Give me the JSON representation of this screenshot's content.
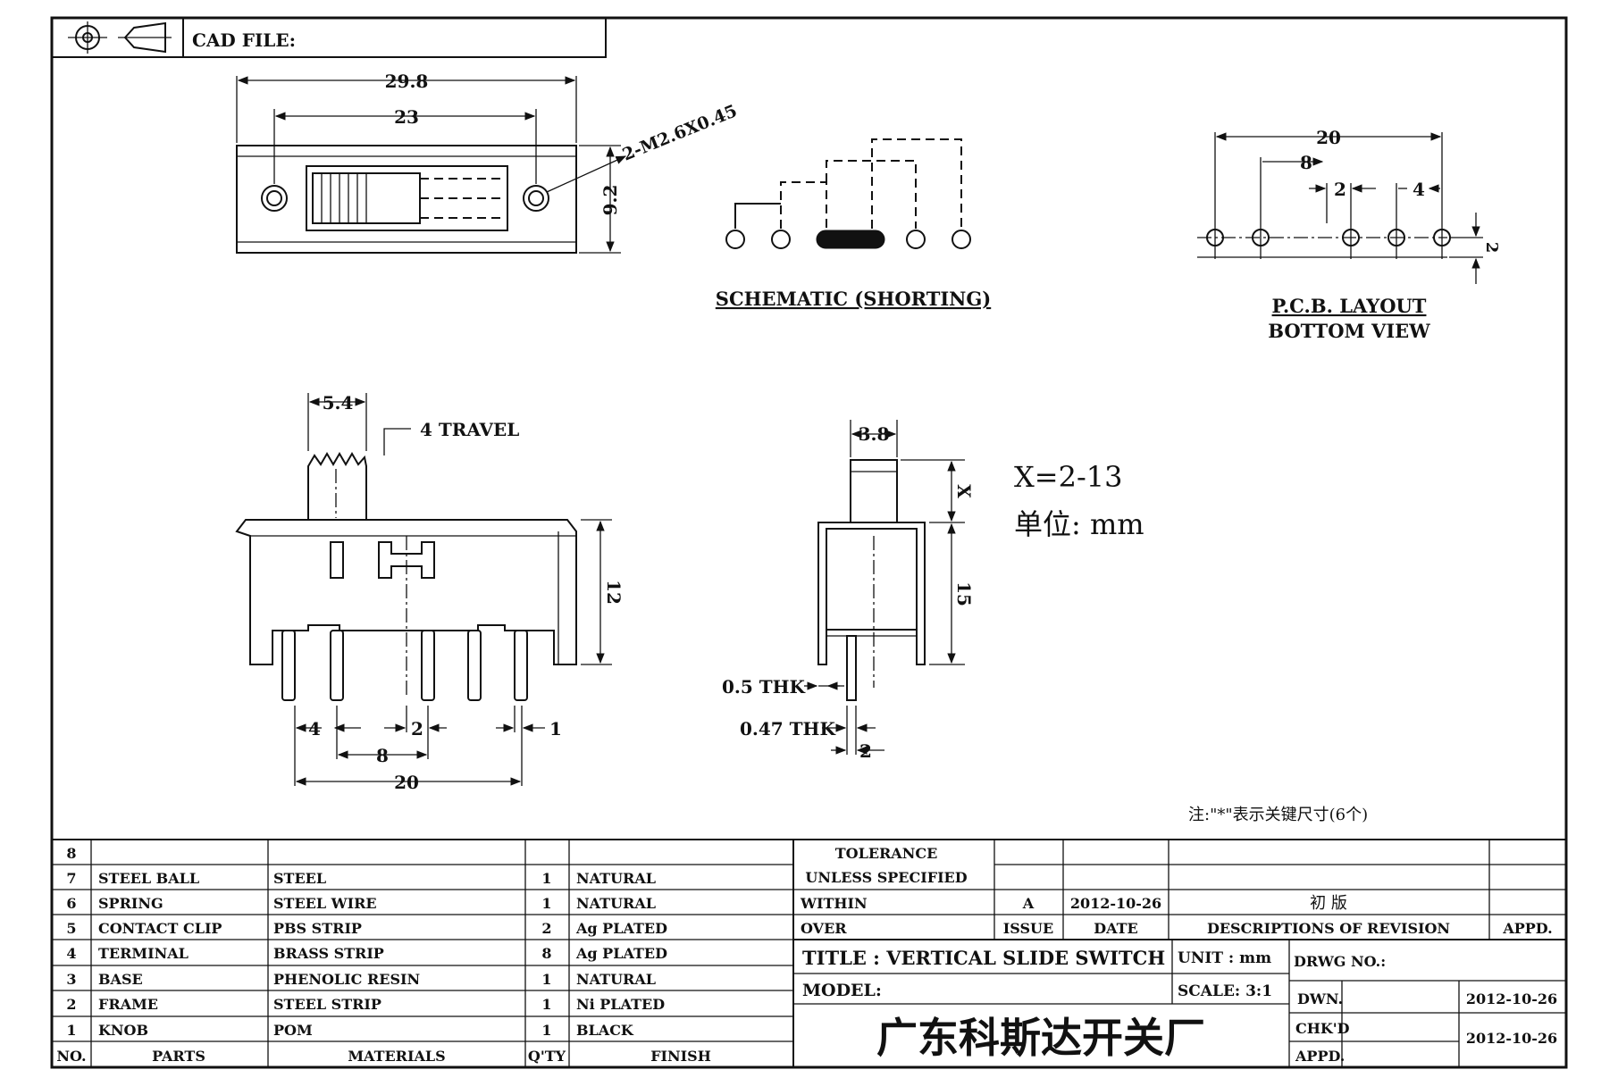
{
  "header": {
    "cad_file_label": "CAD FILE:"
  },
  "top_view": {
    "dim_overall": "29.8",
    "dim_holes": "23",
    "dim_height": "9.2",
    "screw_label": "2-M2.6X0.45"
  },
  "schematic": {
    "title": "SCHEMATIC (SHORTING)"
  },
  "pcb": {
    "title": "P.C.B. LAYOUT",
    "subtitle": "BOTTOM VIEW",
    "dim_20": "20",
    "dim_8": "8",
    "dim_2a": "2",
    "dim_4": "4",
    "dim_2b": "2"
  },
  "side_view": {
    "dim_knob": "5.4",
    "travel": "4 TRAVEL",
    "dim_height": "12",
    "dim_4": "4",
    "dim_2": "2",
    "dim_1": "1",
    "dim_8": "8",
    "dim_20": "20"
  },
  "end_view": {
    "dim_knob": "3.8",
    "dim_x": "X",
    "dim_15": "15",
    "thk_05": "0.5 THK",
    "thk_047": "0.47 THK",
    "dim_2": "2"
  },
  "notes": {
    "x_range": "X=2-13",
    "unit": "单位: mm",
    "key_dims": "注:\"*\"表示关键尺寸(6个)"
  },
  "parts_table": {
    "rows": [
      {
        "no": "8",
        "part": "",
        "material": "",
        "qty": "",
        "finish": ""
      },
      {
        "no": "7",
        "part": "STEEL BALL",
        "material": "STEEL",
        "qty": "1",
        "finish": "NATURAL"
      },
      {
        "no": "6",
        "part": "SPRING",
        "material": "STEEL WIRE",
        "qty": "1",
        "finish": "NATURAL"
      },
      {
        "no": "5",
        "part": "CONTACT CLIP",
        "material": "PBS STRIP",
        "qty": "2",
        "finish": "Ag PLATED"
      },
      {
        "no": "4",
        "part": "TERMINAL",
        "material": "BRASS STRIP",
        "qty": "8",
        "finish": "Ag PLATED"
      },
      {
        "no": "3",
        "part": "BASE",
        "material": "PHENOLIC RESIN",
        "qty": "1",
        "finish": "NATURAL"
      },
      {
        "no": "2",
        "part": "FRAME",
        "material": "STEEL STRIP",
        "qty": "1",
        "finish": "Ni PLATED"
      },
      {
        "no": "1",
        "part": "KNOB",
        "material": "POM",
        "qty": "1",
        "finish": "BLACK"
      }
    ],
    "headers": {
      "no": "NO.",
      "parts": "PARTS",
      "materials": "MATERIALS",
      "qty": "Q'TY",
      "finish": "FINISH"
    }
  },
  "title_block": {
    "tolerance": "TOLERANCE",
    "unless": "UNLESS SPECIFIED",
    "within": "WITHIN",
    "over": "OVER",
    "rev_issue": "A",
    "rev_date": "2012-10-26",
    "rev_desc": "初 版",
    "issue_label": "ISSUE",
    "date_label": "DATE",
    "desc_label": "DESCRIPTIONS OF REVISION",
    "appd_label": "APPD.",
    "title": "TITLE : VERTICAL SLIDE SWITCH",
    "unit": "UNIT : mm",
    "drwg_no": "DRWG NO.:",
    "model": "MODEL:",
    "scale": "SCALE: 3:1",
    "dwn_label": "DWN.",
    "dwn_date": "2012-10-26",
    "chkd_label": "CHK'D",
    "chkd_date": "2012-10-26",
    "appd2_label": "APPD.",
    "company": "广东科斯达开关厂"
  }
}
